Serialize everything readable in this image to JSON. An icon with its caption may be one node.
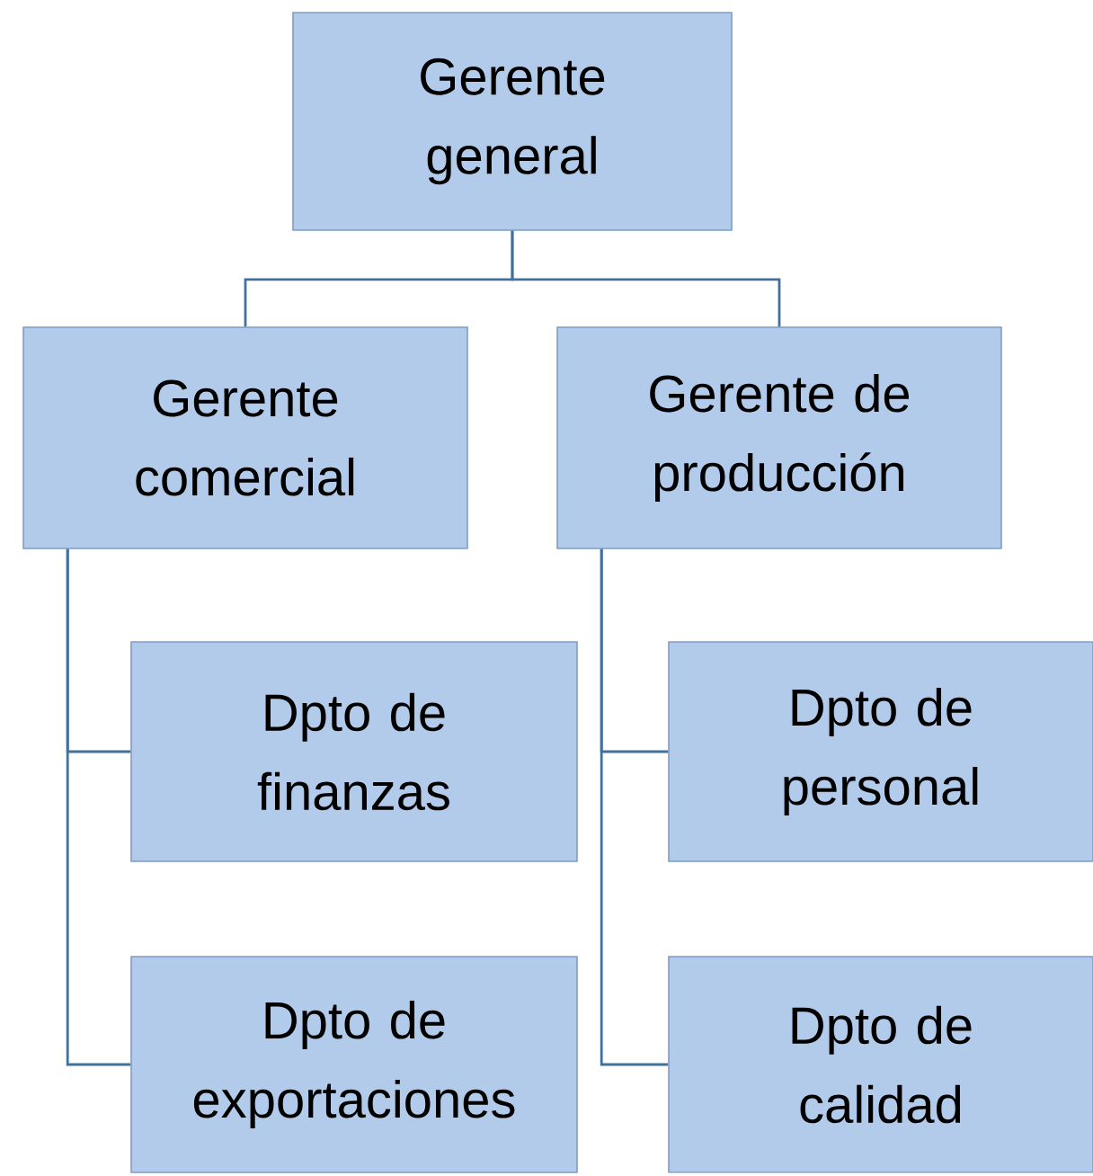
{
  "diagram": {
    "nodes": [
      {
        "text": [
          "Gerente general"
        ]
      },
      {
        "text": [
          "Gerente comercial"
        ]
      },
      {
        "text": [
          "Gerente de producción"
        ]
      },
      {
        "text": [
          "Dpto de finanzas"
        ]
      },
      {
        "text": [
          "Dpto de personal"
        ]
      },
      {
        "text": [
          "Dpto de exportaciones"
        ]
      },
      {
        "text": [
          "Dpto de calidad"
        ]
      }
    ],
    "edges": [
      {
        "from": 0,
        "to": 1,
        "arrow": "none"
      },
      {
        "from": 0,
        "to": 2,
        "arrow": "none"
      },
      {
        "from": 1,
        "to": 3,
        "arrow": "none"
      },
      {
        "from": 1,
        "to": 5,
        "arrow": "none"
      },
      {
        "from": 2,
        "to": 4,
        "arrow": "none"
      },
      {
        "from": 2,
        "to": 6,
        "arrow": "none"
      }
    ]
  }
}
